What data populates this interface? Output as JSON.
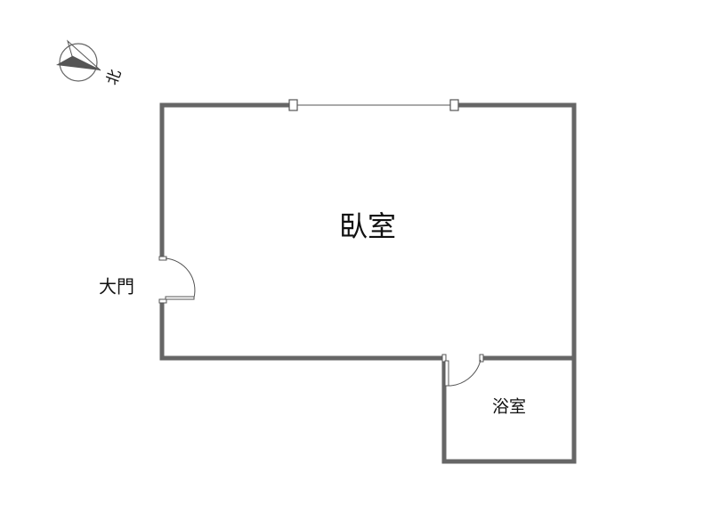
{
  "compass": {
    "label": "北",
    "icon": "north-arrow-icon"
  },
  "rooms": {
    "bedroom": "臥室",
    "bathroom": "浴室"
  },
  "entrance": {
    "label": "大門"
  },
  "colors": {
    "wall": "#666666",
    "line": "#555555",
    "compass_fill": "#555555"
  }
}
